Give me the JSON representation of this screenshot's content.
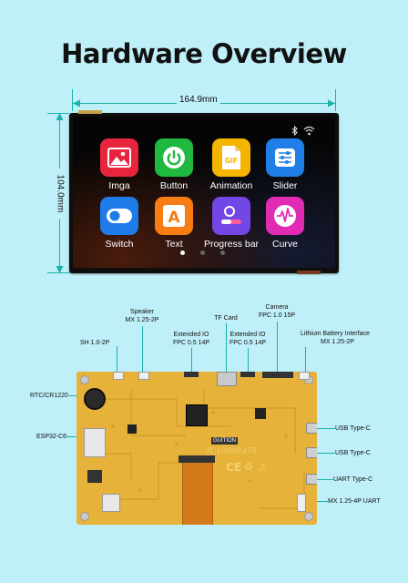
{
  "title": "Hardware Overview",
  "dimensions": {
    "width": "164.9mm",
    "height": "104.0mm"
  },
  "status_icons": [
    "bluetooth-icon",
    "wifi-icon"
  ],
  "apps": [
    {
      "label": "Imga",
      "icon": "image-icon",
      "color": "#e8253c"
    },
    {
      "label": "Button",
      "icon": "power-icon",
      "color": "#1fb93f"
    },
    {
      "label": "Animation",
      "icon": "gif-icon",
      "color": "#f4b400"
    },
    {
      "label": "Slider",
      "icon": "sliders-icon",
      "color": "#1f7fe6"
    },
    {
      "label": "Switch",
      "icon": "toggle-icon",
      "color": "#1e7be8"
    },
    {
      "label": "Text",
      "icon": "text-a-icon",
      "color": "#f77d14"
    },
    {
      "label": "Progress bar",
      "icon": "progress-icon",
      "color": "#7346e6"
    },
    {
      "label": "Curve",
      "icon": "waveform-icon",
      "color": "#e12bb2"
    }
  ],
  "page_dots": {
    "count": 3,
    "active_index": 0
  },
  "board": {
    "model": "JC1060P470",
    "brand": "GUITION",
    "callouts": {
      "speaker": [
        "Speaker",
        "MX 1.25-2P"
      ],
      "camera": [
        "Camera",
        "FPC 1.0 15P"
      ],
      "tf_card": [
        "TF Card"
      ],
      "ext_io_1": [
        "Extended IO",
        "FPC 0.5 14P"
      ],
      "ext_io_2": [
        "Extended IO",
        "FPC 0.5 14P"
      ],
      "battery": [
        "Lithium Battery Interface",
        "MX 1.25-2P"
      ],
      "sh": [
        "SH 1.0-2P"
      ],
      "rtc": [
        "RTC/CR1220"
      ],
      "esp32": [
        "ESP32-C6"
      ],
      "usb1": [
        "USB Type-C"
      ],
      "usb2": [
        "USB Type-C"
      ],
      "uart": [
        "UART Type-C"
      ],
      "mx_uart": [
        "MX 1.25-4P UART"
      ]
    }
  }
}
